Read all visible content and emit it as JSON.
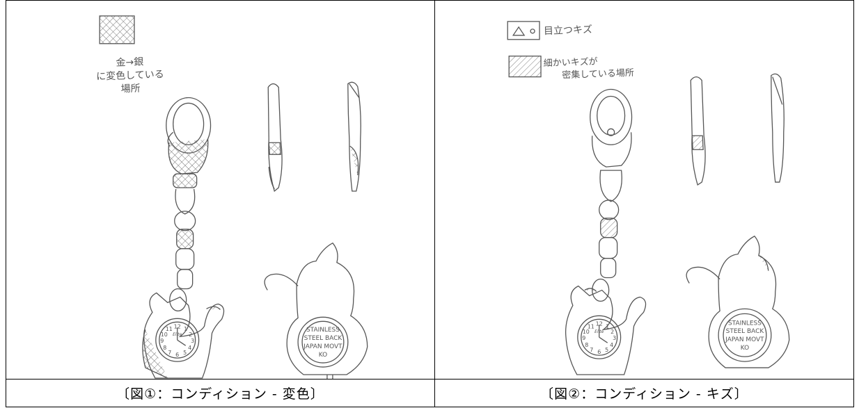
{
  "figures": [
    {
      "caption": "〔図①：コンディション - 変色〕",
      "legend": {
        "icon": "crosshatch-swatch-icon",
        "lines": [
          "金→銀",
          "に変色している",
          "場所"
        ]
      },
      "watch_face": {
        "brand": "Elite",
        "numbers": [
          "12",
          "1",
          "2",
          "3",
          "4",
          "5",
          "6",
          "7",
          "8",
          "9",
          "10",
          "11"
        ]
      },
      "caseback": [
        "STAINLESS",
        "STEEL BACK",
        "JAPAN MOVT",
        "KO"
      ]
    },
    {
      "caption": "〔図②：コンディション - キズ〕",
      "legends": [
        {
          "icon": "triangle-circle-icon",
          "text": "目立つキズ"
        },
        {
          "icon": "hatch-swatch-icon",
          "lines": [
            "細かいキズが",
            "密集している場所"
          ]
        }
      ],
      "watch_face": {
        "brand": "Elite",
        "numbers": [
          "12",
          "1",
          "2",
          "3",
          "4",
          "5",
          "6",
          "7",
          "8",
          "9",
          "10",
          "11"
        ]
      },
      "caseback": [
        "STAINLESS",
        "STEEL BACK",
        "JAPAN MOVT",
        "KO"
      ]
    }
  ]
}
